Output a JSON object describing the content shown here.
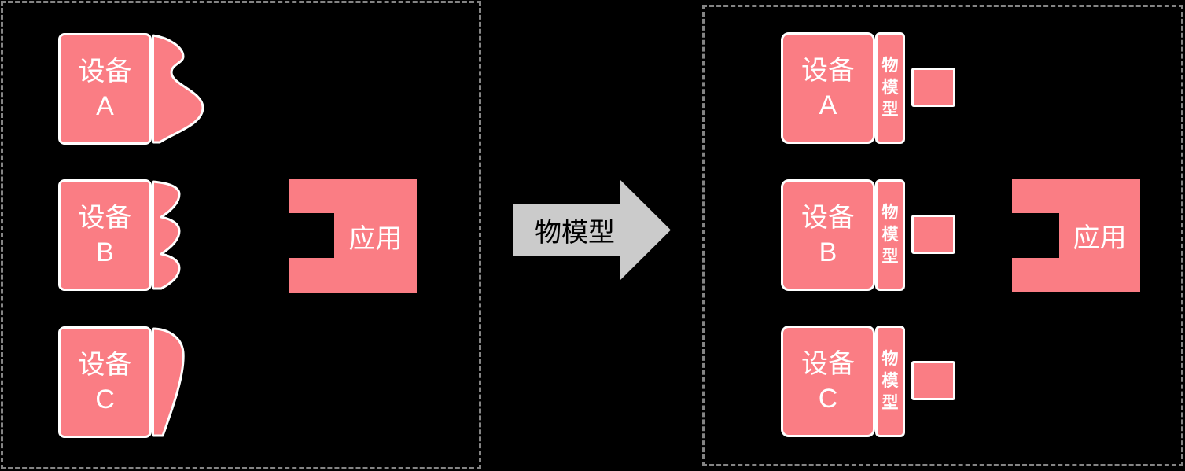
{
  "colors": {
    "device_pink": "#FA7D84",
    "arrow_gray": "#CBCBCB",
    "panel_border_gray": "#848484",
    "background": "#000000"
  },
  "left_panel": {
    "devices": [
      {
        "label": "设备",
        "letter": "A"
      },
      {
        "label": "设备",
        "letter": "B"
      },
      {
        "label": "设备",
        "letter": "C"
      }
    ],
    "app_label": "应用"
  },
  "transform_arrow": {
    "label": "物模型"
  },
  "right_panel": {
    "devices": [
      {
        "label": "设备",
        "letter": "A",
        "adapter_label": "物模型"
      },
      {
        "label": "设备",
        "letter": "B",
        "adapter_label": "物模型"
      },
      {
        "label": "设备",
        "letter": "C",
        "adapter_label": "物模型"
      }
    ],
    "app_label": "应用"
  }
}
